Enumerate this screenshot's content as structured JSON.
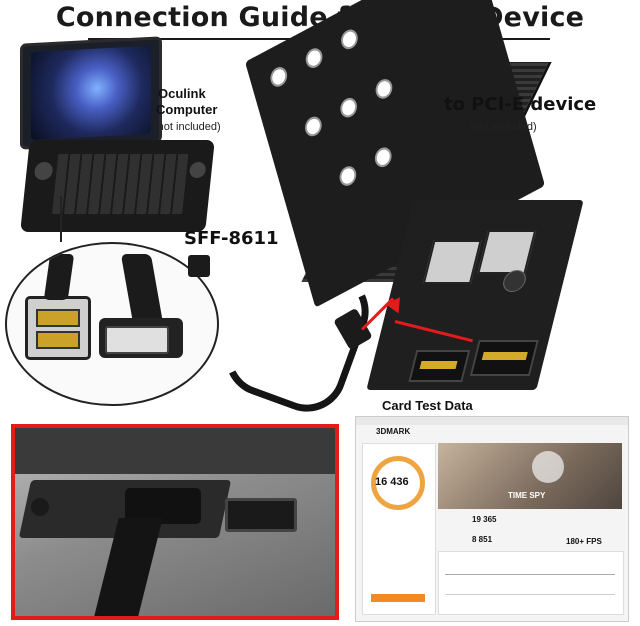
{
  "title": "Connection Guide for PCI-E Device",
  "computer_label": {
    "line1": "Oculink",
    "line2": "Computer",
    "note": "(not included)"
  },
  "device_label": {
    "main": "to PCI-E device",
    "note": "(not included)"
  },
  "cable_label": "SFF-8611",
  "test_label": "Card Test Data",
  "test_panel": {
    "brand": "3DMARK",
    "score": "16 436",
    "bench_name": "TIME SPY",
    "graphics_score": "19 365",
    "cpu_score": "8 851",
    "fps": "180+ FPS"
  },
  "colors": {
    "accent": "#e31b1b",
    "text": "#1a1a1a",
    "board": "#1d1d1d",
    "gold": "#d4aa2a"
  },
  "icons": [
    "laptop-image",
    "connector-closeup",
    "adapter-board",
    "cable-image",
    "arrow-red",
    "benchmark-gauge"
  ]
}
